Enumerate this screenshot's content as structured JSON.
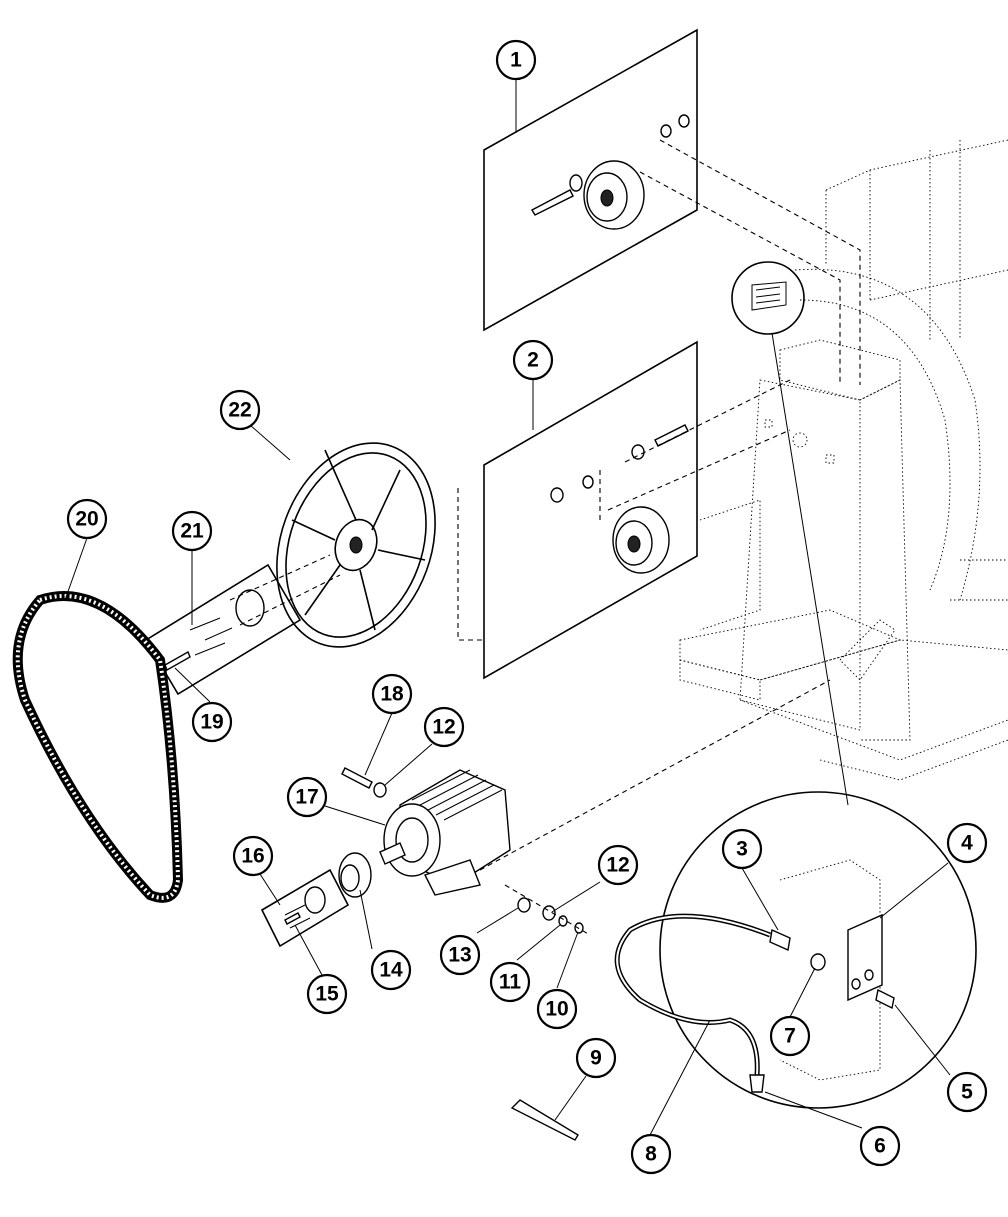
{
  "callouts": [
    {
      "label": "1"
    },
    {
      "label": "2"
    },
    {
      "label": "3"
    },
    {
      "label": "4"
    },
    {
      "label": "5"
    },
    {
      "label": "6"
    },
    {
      "label": "7"
    },
    {
      "label": "8"
    },
    {
      "label": "9"
    },
    {
      "label": "10"
    },
    {
      "label": "11"
    },
    {
      "label": "12"
    },
    {
      "label": "12"
    },
    {
      "label": "13"
    },
    {
      "label": "14"
    },
    {
      "label": "15"
    },
    {
      "label": "16"
    },
    {
      "label": "17"
    },
    {
      "label": "18"
    },
    {
      "label": "19"
    },
    {
      "label": "20"
    },
    {
      "label": "21"
    },
    {
      "label": "22"
    }
  ]
}
